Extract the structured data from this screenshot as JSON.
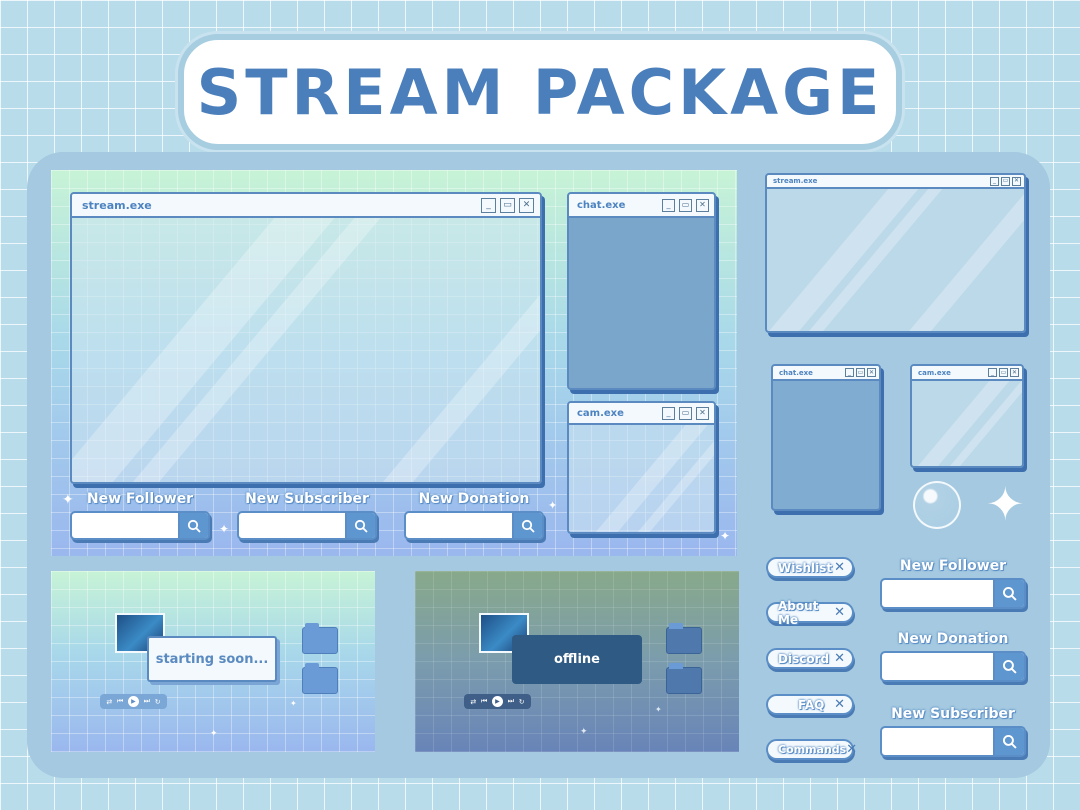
{
  "title": "STREAM PACKAGE",
  "windows": {
    "stream": "stream.exe",
    "chat": "chat.exe",
    "cam": "cam.exe"
  },
  "alerts": {
    "new_follower": "New Follower",
    "new_subscriber": "New Subscriber",
    "new_donation": "New Donation"
  },
  "panels": [
    "Wishlist",
    "About Me",
    "Discord",
    "FAQ",
    "Commands"
  ],
  "screens": {
    "starting_soon": "starting soon...",
    "offline": "offline"
  },
  "icons": {
    "minimize": "minimize-icon",
    "maximize": "maximize-icon",
    "close": "close-icon",
    "search": "search-icon",
    "sparkle": "sparkle-icon",
    "bubble": "bubble-icon",
    "folder": "folder-icon"
  },
  "colors": {
    "background": "#b9dcea",
    "accent": "#4b7fbc",
    "board": "#a4c9e0",
    "window_border": "#5a8ac0",
    "offline_box": "#2f5a83"
  }
}
